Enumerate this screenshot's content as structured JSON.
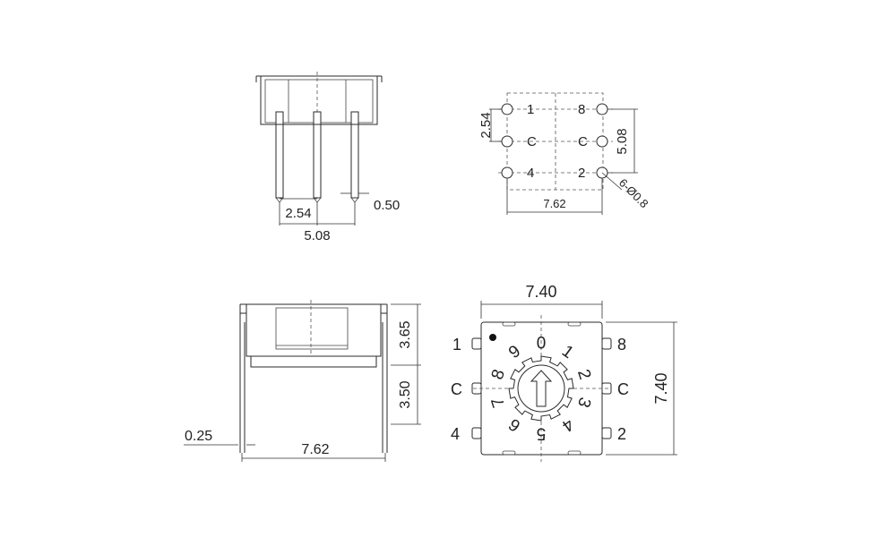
{
  "top_side": {
    "pitch": "2.54",
    "lead_width": "0.50",
    "span": "5.08"
  },
  "footprint": {
    "pin_labels": [
      "1",
      "8",
      "C",
      "C",
      "4",
      "2"
    ],
    "pitch": "2.54",
    "row_span": "5.08",
    "width": "7.62",
    "hole_callout": "6-Ø0.8"
  },
  "front_side": {
    "upper_height": "3.65",
    "lower_height": "3.50",
    "lead_width": "0.25",
    "span": "7.62"
  },
  "top_view": {
    "width": "7.40",
    "height": "7.40",
    "left_labels": [
      "1",
      "C",
      "4"
    ],
    "right_labels": [
      "8",
      "C",
      "2"
    ],
    "dial_digits": [
      "0",
      "1",
      "2",
      "3",
      "4",
      "5",
      "6",
      "7",
      "8",
      "9"
    ]
  }
}
